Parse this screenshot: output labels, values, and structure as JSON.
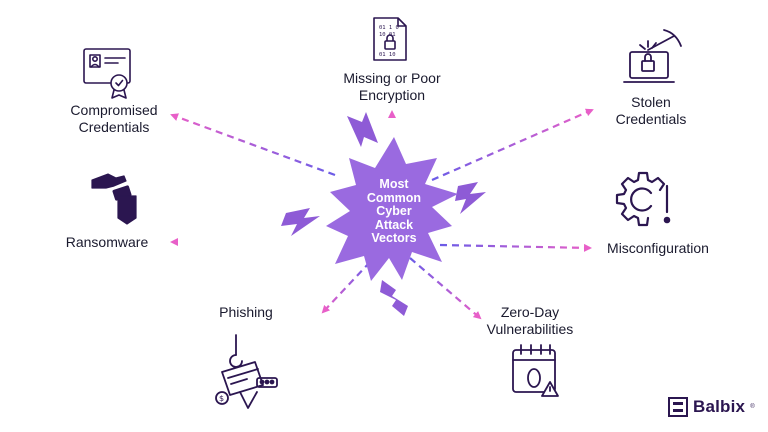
{
  "center": {
    "lines": [
      "Most",
      "Common",
      "Cyber",
      "Attack",
      "Vectors"
    ]
  },
  "vectors": [
    {
      "label": "Missing or Poor Encryption",
      "lines": [
        "Missing or Poor",
        "Encryption"
      ],
      "icon": "encrypted-document-icon"
    },
    {
      "label": "Stolen Credentials",
      "lines": [
        "Stolen",
        "Credentials"
      ],
      "icon": "laptop-lock-pickaxe-icon"
    },
    {
      "label": "Misconfiguration",
      "lines": [
        "Misconfiguration"
      ],
      "icon": "gear-warning-icon"
    },
    {
      "label": "Zero-Day Vulnerabilities",
      "lines": [
        "Zero-Day",
        "Vulnerabilities"
      ],
      "icon": "calendar-zero-warning-icon"
    },
    {
      "label": "Phishing",
      "lines": [
        "Phishing"
      ],
      "icon": "fishing-hook-card-icon"
    },
    {
      "label": "Ransomware",
      "lines": [
        "Ransomware"
      ],
      "icon": "hand-money-pocket-icon"
    },
    {
      "label": "Compromised Credentials",
      "lines": [
        "Compromised",
        "Credentials"
      ],
      "icon": "certificate-badge-icon"
    }
  ],
  "brand": {
    "name": "Balbix",
    "mark": "®"
  },
  "colors": {
    "star_fill": "#9a6ae0",
    "arrow_pink": "#e85fc8",
    "arrow_blue": "#6b5ce7",
    "icon_stroke": "#2b1650",
    "bolt_fill": "#8e5bd6"
  }
}
